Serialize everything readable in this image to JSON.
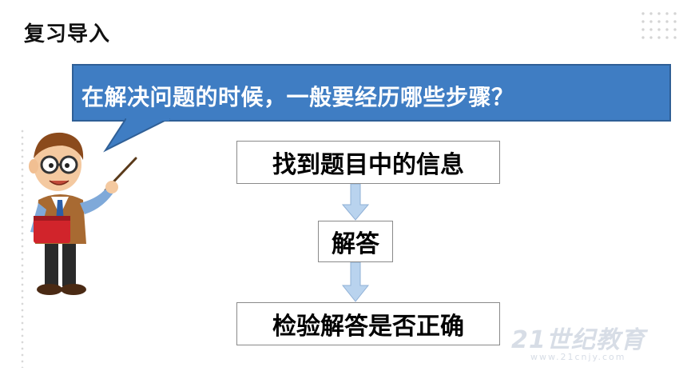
{
  "header": {
    "title": "复习导入"
  },
  "question": {
    "text": "在解决问题的时候，一般要经历哪些步骤？"
  },
  "steps": [
    {
      "label": "找到题目中的信息"
    },
    {
      "label": "解答"
    },
    {
      "label": "检验解答是否正确"
    }
  ],
  "watermark": {
    "text": "21世纪教育",
    "sub": "www.21cnjy.com"
  },
  "colors": {
    "bubble": "#3f7dc3",
    "arrow": "#b9d3ee",
    "text": "#000000"
  },
  "icons": {
    "teacher": "teacher-illustration",
    "arrow": "down-arrow-icon"
  }
}
